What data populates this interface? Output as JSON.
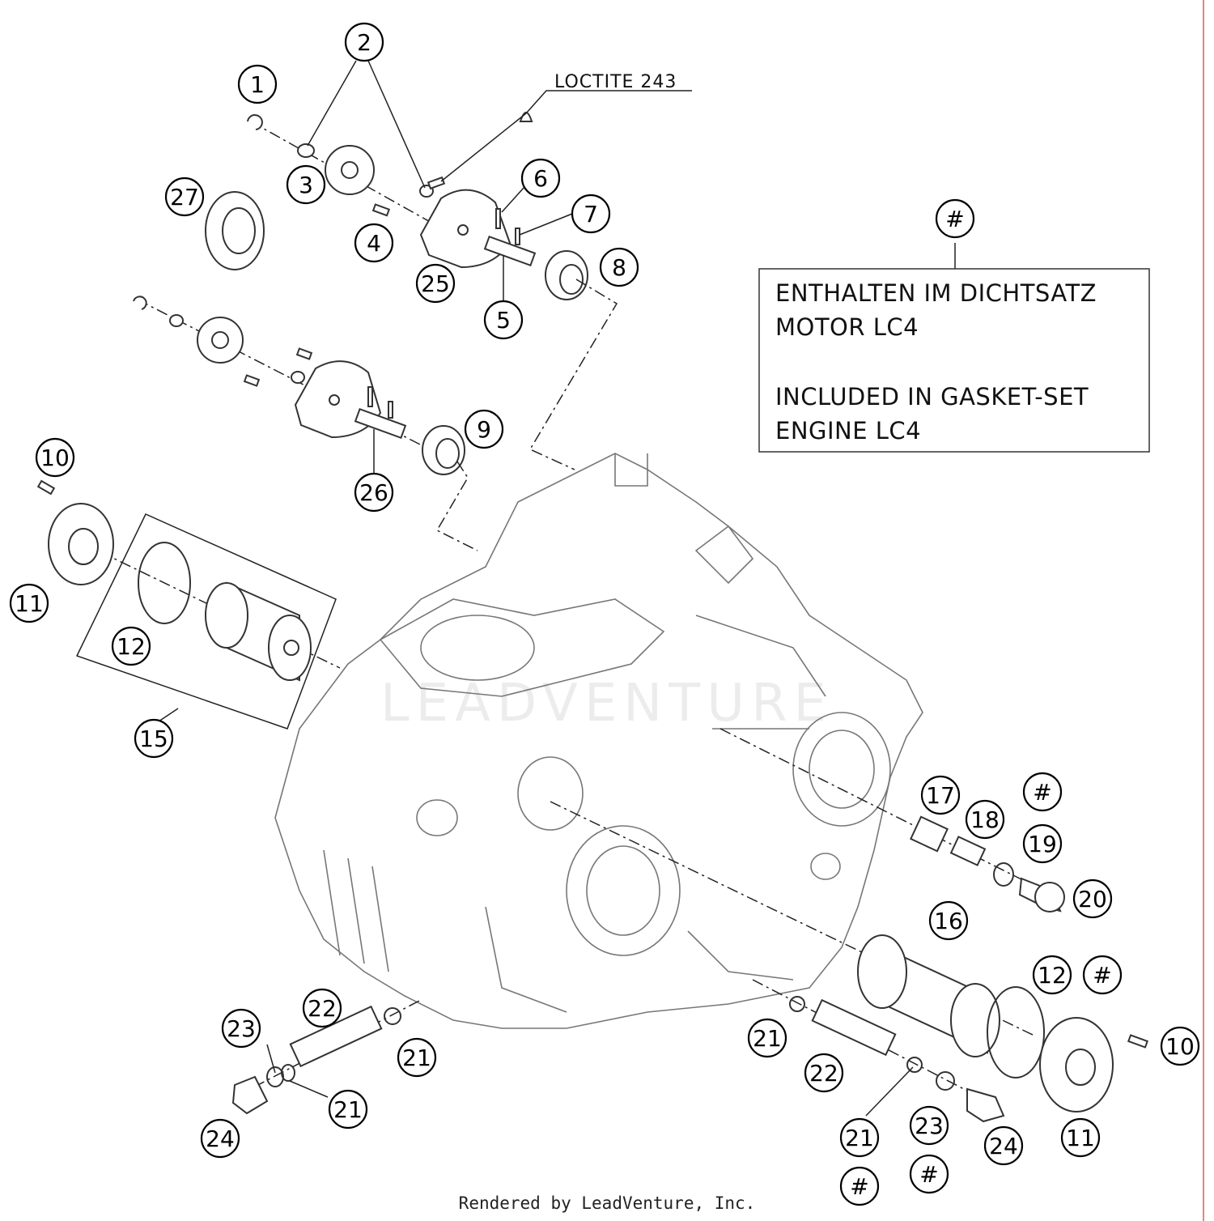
{
  "callout_loctite": "LOCTITE 243",
  "note": {
    "symbol": "#",
    "line1": "ENTHALTEN IM DICHTSATZ",
    "line2": "MOTOR LC4",
    "line3": "INCLUDED IN GASKET-SET",
    "line4": "ENGINE LC4"
  },
  "watermark": "LEADVENTURE",
  "footer": "Rendered by LeadVenture, Inc.",
  "labels": {
    "l1": "1",
    "l2": "2",
    "l3": "3",
    "l4": "4",
    "l5": "5",
    "l6": "6",
    "l7": "7",
    "l8": "8",
    "l9": "9",
    "l10a": "10",
    "l10b": "10",
    "l11a": "11",
    "l11b": "11",
    "l12a": "12",
    "l12b": "12",
    "l15": "15",
    "l16": "16",
    "l17": "17",
    "l18": "18",
    "l19": "19",
    "l20": "20",
    "l21a": "21",
    "l21b": "21",
    "l21c": "21",
    "l21d": "21",
    "l22a": "22",
    "l22b": "22",
    "l23a": "23",
    "l23b": "23",
    "l24a": "24",
    "l24b": "24",
    "l25": "25",
    "l26": "26",
    "l27": "27",
    "h1": "#",
    "h2": "#",
    "h3": "#",
    "h4": "#"
  }
}
